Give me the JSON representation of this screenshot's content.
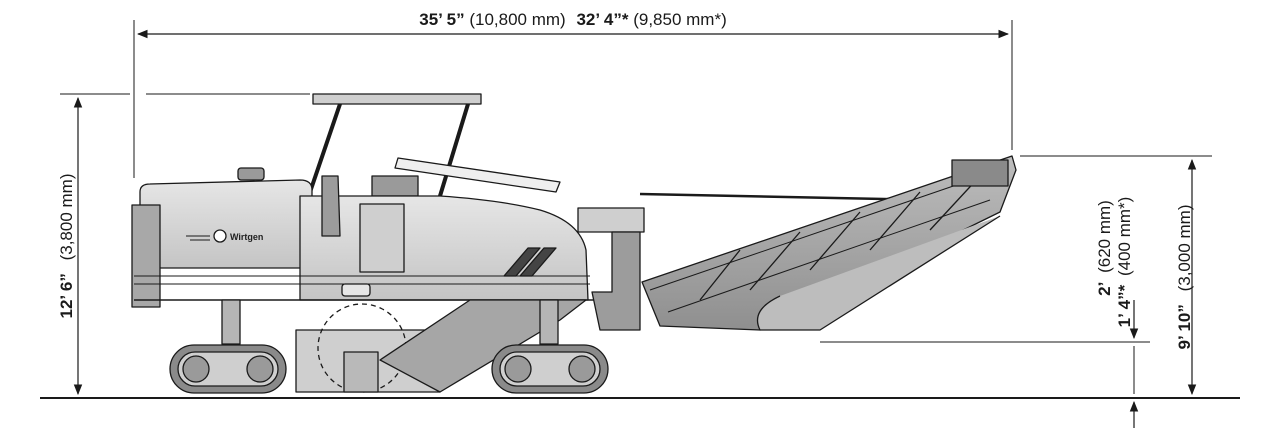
{
  "dimensions": {
    "overall_length": {
      "bold_ft": "35’ 5”",
      "mm": "(10,800 mm)",
      "bold_ft_alt": "32’ 4”*",
      "mm_alt": "(9,850 mm*)"
    },
    "overall_height": {
      "bold_ft": "12’ 6”",
      "mm": "(3,800 mm)"
    },
    "loading_height": {
      "bold_ft": "9’ 10”",
      "mm": "(3,000 mm)"
    },
    "conveyor_clearance": {
      "bold_ft": "2’",
      "mm": "(620 mm)",
      "bold_ft_alt": "1’ 4”*",
      "mm_alt": "(400 mm*)"
    }
  },
  "logo": {
    "brand": "Wirtgen"
  },
  "colors": {
    "line": "#1a1a1a",
    "body": "#d9d9d9",
    "dark": "#555555",
    "track": "#8a8a8a"
  }
}
